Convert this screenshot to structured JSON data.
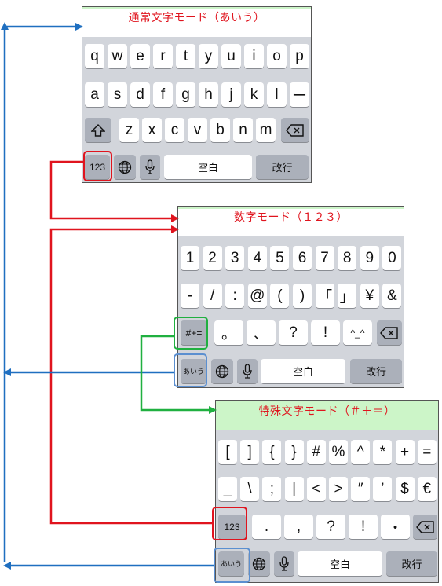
{
  "keyboards": {
    "normal": {
      "title": "通常文字モード（あいう）",
      "row1": [
        "q",
        "w",
        "e",
        "r",
        "t",
        "y",
        "u",
        "i",
        "o",
        "p"
      ],
      "row2": [
        "a",
        "s",
        "d",
        "f",
        "g",
        "h",
        "j",
        "k",
        "l",
        "ー"
      ],
      "row3": [
        "z",
        "x",
        "c",
        "v",
        "b",
        "n",
        "m"
      ],
      "mode_key": "123",
      "space": "空白",
      "enter": "改行"
    },
    "numeric": {
      "title": "数字モード（１２３）",
      "row1": [
        "1",
        "2",
        "3",
        "4",
        "5",
        "6",
        "7",
        "8",
        "9",
        "0"
      ],
      "row2": [
        "-",
        "/",
        ":",
        "@",
        "(",
        ")",
        "「",
        "」",
        "¥",
        "&"
      ],
      "row3": [
        "。",
        "、",
        "?",
        "!",
        "^_^"
      ],
      "mode_key": "#+=",
      "kana_key": "あいう",
      "space": "空白",
      "enter": "改行"
    },
    "special": {
      "title": "特殊文字モード（＃＋＝）",
      "row1": [
        "[",
        "]",
        "{",
        "}",
        "#",
        "%",
        "^",
        "*",
        "+",
        "="
      ],
      "row2": [
        "_",
        "\\",
        ";",
        "|",
        "<",
        ">",
        "″",
        "’",
        "$",
        "€"
      ],
      "row3": [
        ".",
        ",",
        "?",
        "!",
        "・"
      ],
      "mode_key": "123",
      "kana_key": "あいう",
      "space": "空白",
      "enter": "改行"
    }
  },
  "colors": {
    "red_arrow": "#e0141e",
    "blue_arrow": "#1f6fc0",
    "green_arrow": "#20b040",
    "highlight_blue": "#5b8fd0",
    "title_band": "#ccf5c8",
    "keyboard_bg": "#d2d5db",
    "dark_key": "#abb0ba"
  },
  "icons": [
    "shift-icon",
    "backspace-icon",
    "globe-icon",
    "microphone-icon"
  ]
}
